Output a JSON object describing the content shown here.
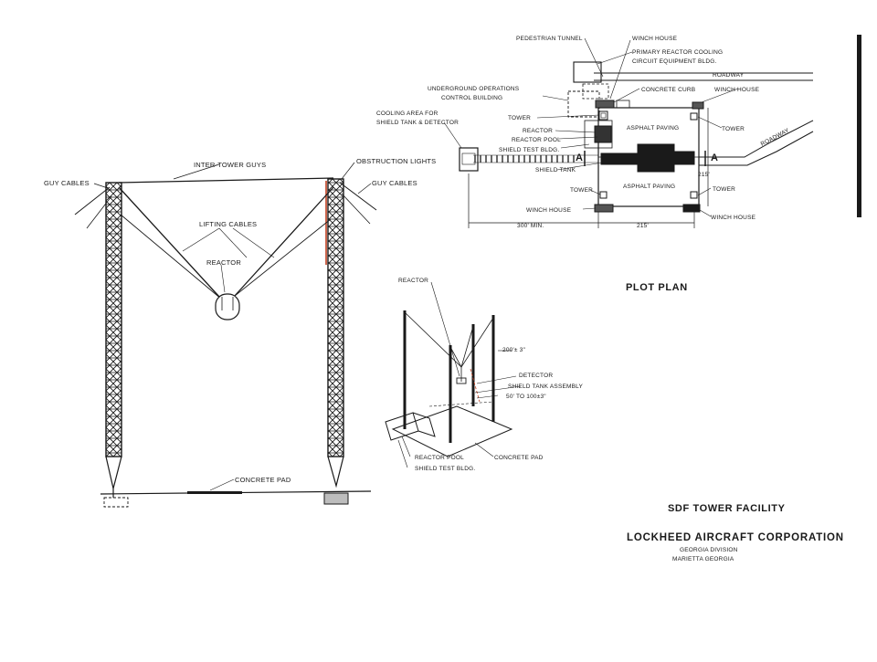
{
  "colors": {
    "ink": "#1a1a1a",
    "paper": "#ffffff",
    "accent": "#c04020"
  },
  "elevation": {
    "guy_cables_left": "GUY CABLES",
    "guy_cables_right": "GUY CABLES",
    "inter_tower_guys": "INTER-TOWER GUYS",
    "obstruction_lights": "OBSTRUCTION LIGHTS",
    "lifting_cables": "LIFTING CABLES",
    "reactor": "REACTOR",
    "concrete_pad": "CONCRETE PAD"
  },
  "plan": {
    "pedestrian_tunnel": "PEDESTRIAN TUNNEL",
    "winch_house_top": "WINCH HOUSE",
    "primary_cooling_1": "PRIMARY REACTOR COOLING",
    "primary_cooling_2": "CIRCUIT EQUIPMENT BLDG.",
    "roadway_top": "ROADWAY",
    "underground_ops_1": "UNDERGROUND OPERATIONS",
    "underground_ops_2": "CONTROL BUILDING",
    "concrete_curb": "CONCRETE CURB",
    "winch_house_right": "WINCH HOUSE",
    "cooling_area_1": "COOLING AREA FOR",
    "cooling_area_2": "SHIELD TANK & DETECTOR",
    "tower_left_top": "TOWER",
    "reactor": "REACTOR",
    "reactor_pool": "REACTOR POOL",
    "shield_test_bldg": "SHIELD TEST BLDG.",
    "shield_tank": "SHIELD TANK",
    "asphalt_paving_top": "ASPHALT PAVING",
    "asphalt_paving_bottom": "ASPHALT PAVING",
    "tower_right_top": "TOWER",
    "section_a_left": "A",
    "section_a_right": "A",
    "roadway_right": "ROADWAY",
    "dim_215_side": "215'",
    "tower_left_bottom": "TOWER",
    "tower_right_bottom": "TOWER",
    "winch_house_bottom_left": "WINCH HOUSE",
    "winch_house_bottom_right": "WINCH HOUSE",
    "dim_300_min": "300' MIN.",
    "dim_215_bottom": "215'"
  },
  "plot_plan_title": "PLOT PLAN",
  "iso": {
    "reactor": "REACTOR",
    "height": "200'± 3\"",
    "detector": "DETECTOR",
    "shield_tank_assembly": "SHIELD TANK ASSEMBLY",
    "range": "50' TO 100±3\"",
    "reactor_pool": "REACTOR POOL",
    "shield_test_bldg": "SHIELD TEST BLDG.",
    "concrete_pad": "CONCRETE PAD"
  },
  "title_block": {
    "facility": "SDF TOWER FACILITY",
    "company": "LOCKHEED AIRCRAFT CORPORATION",
    "division": "GEORGIA DIVISION",
    "location": "MARIETTA GEORGIA"
  }
}
